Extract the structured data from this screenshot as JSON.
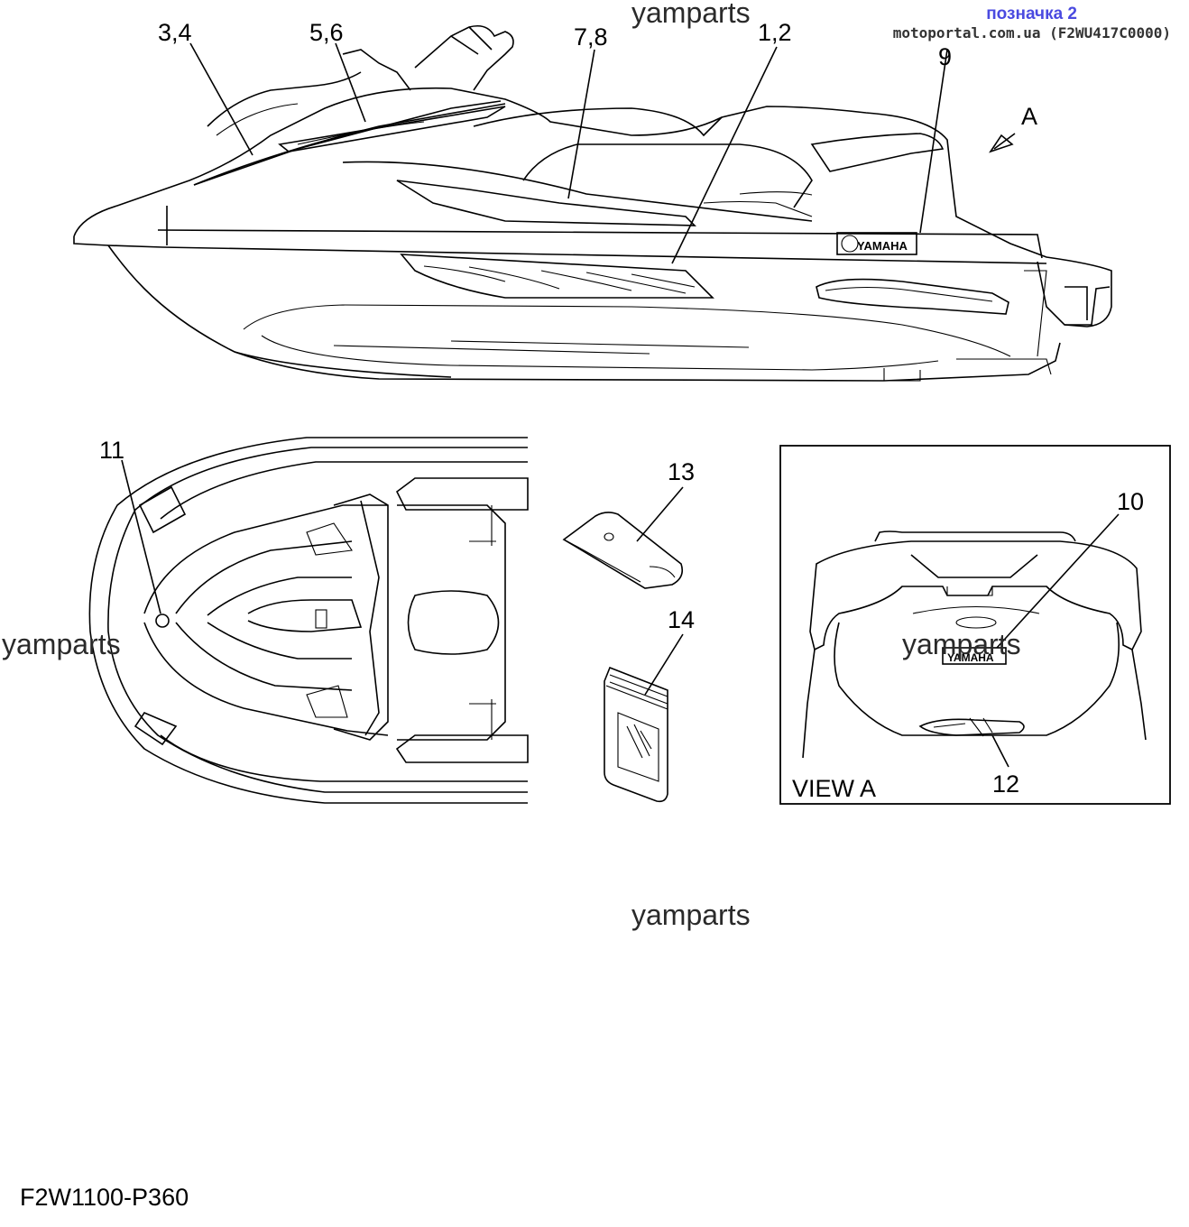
{
  "header": {
    "title": "позначка 2",
    "site": "motoportal.com.ua (F2WU417C0000)"
  },
  "watermarks": [
    "yamparts",
    "yamparts",
    "yamparts",
    "yamparts"
  ],
  "callouts": {
    "c34": "3,4",
    "c56": "5,6",
    "c78": "7,8",
    "c12": "1,2",
    "c9": "9",
    "cA": "A",
    "c11": "11",
    "c13": "13",
    "c14": "14",
    "c10": "10",
    "c12b": "12"
  },
  "view_label": "VIEW A",
  "decal_text": "YAMAHA",
  "figure_code": "F2W1100-P360"
}
